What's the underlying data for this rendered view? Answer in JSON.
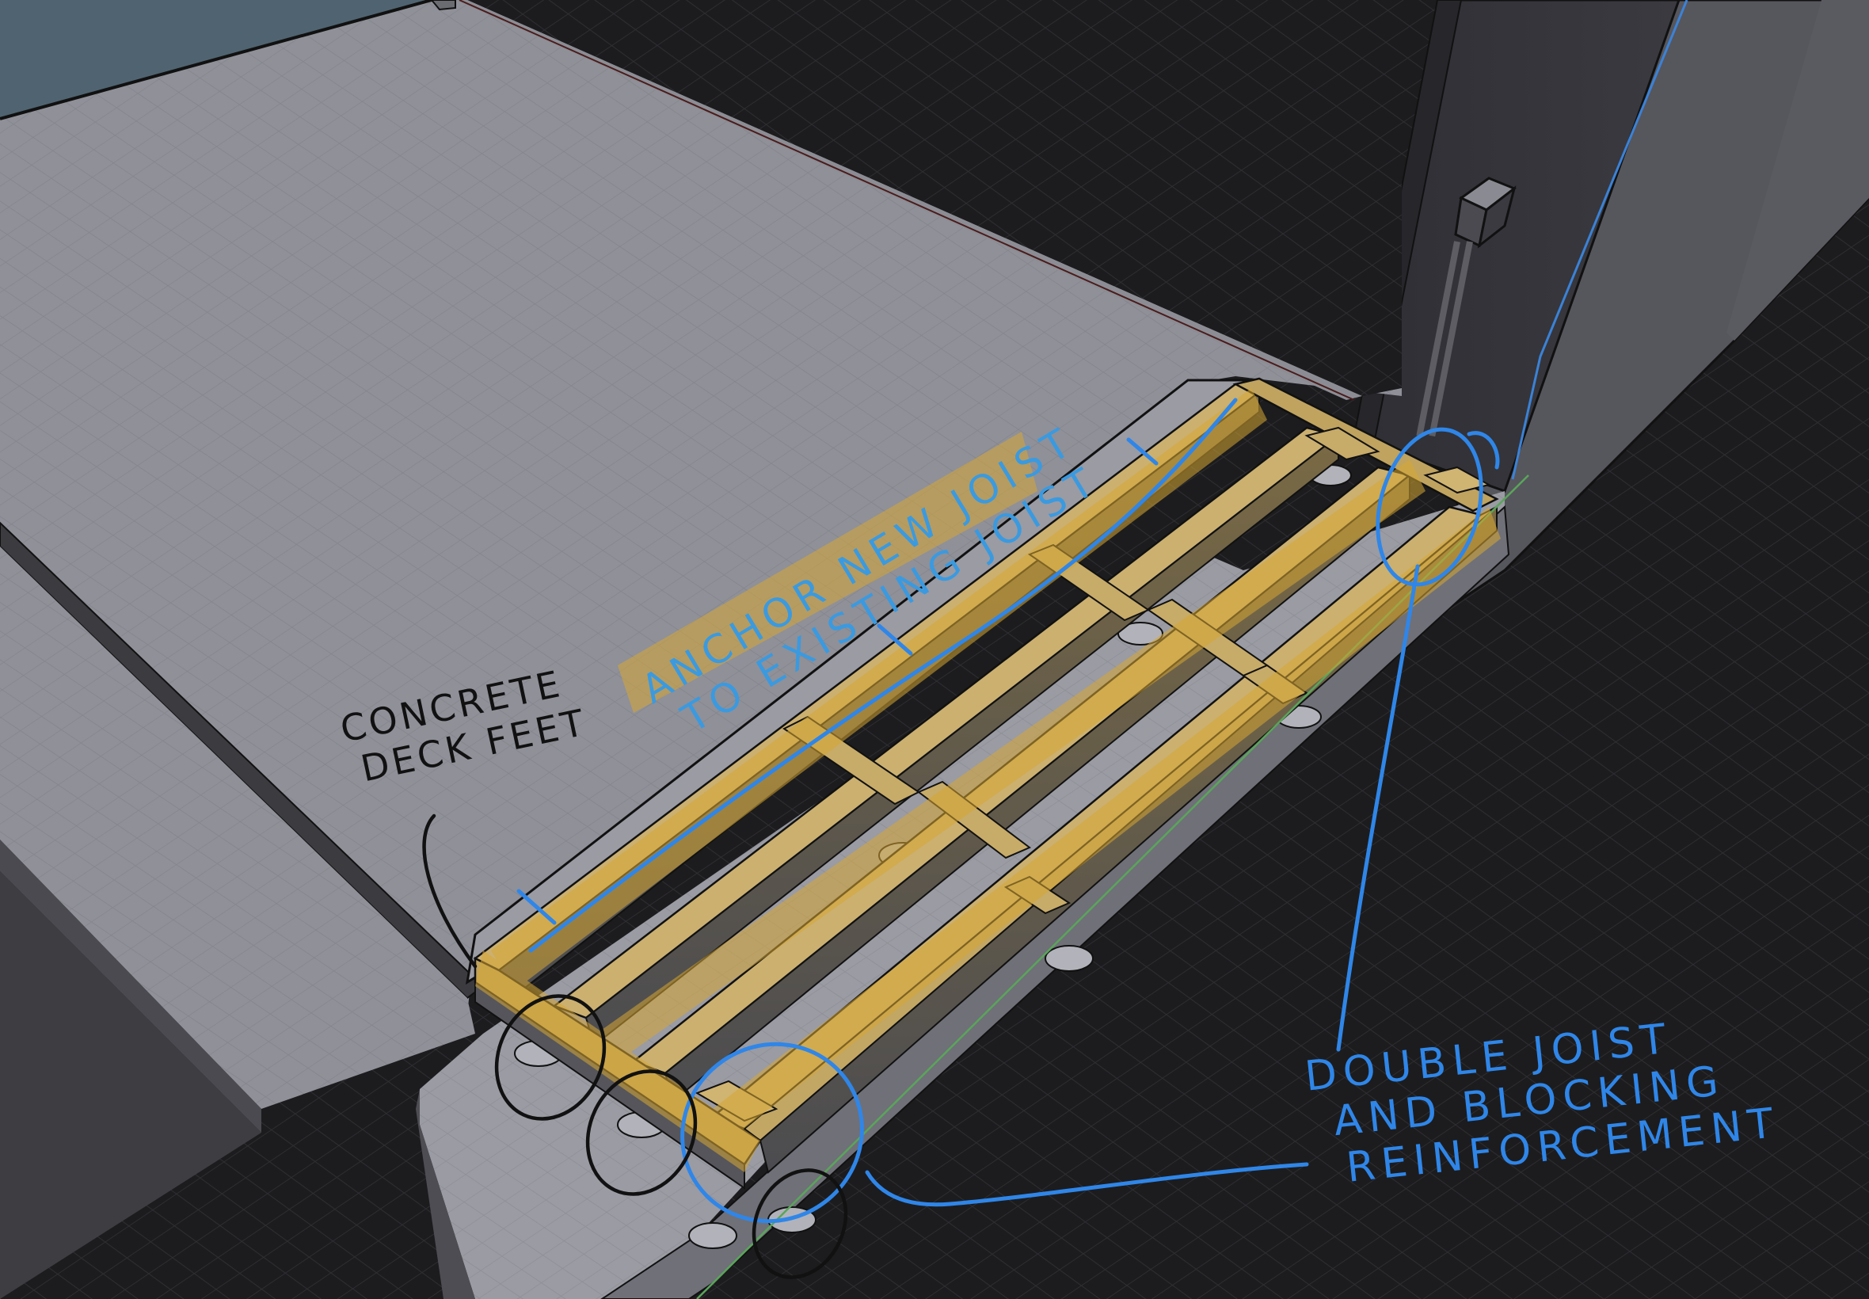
{
  "scene": {
    "type": "3d-model-viewport",
    "subject": "deck joist framing over concrete deck feet beside existing slab and wall",
    "colors": {
      "background_grid": "#1c1c1e",
      "grid_line": "#2c2c30",
      "sky": "#4f6470",
      "slab_top": "#8e8f97",
      "slab_side": "#5a5a60",
      "wall_dark": "#35353b",
      "wall_light": "#55555c",
      "joist_top": "#c9ad6a",
      "joist_side": "#6e5e3c",
      "highlight_yellow": "#d7a733",
      "annotation_blue": "#2f86e8",
      "annotation_black": "#111111",
      "axis_green": "#5aa55a",
      "axis_blue": "#3b82d6"
    }
  },
  "annotations": {
    "concrete_feet": {
      "line1": "CONCRETE",
      "line2": "DECK FEET",
      "color": "#111111"
    },
    "anchor_joist": {
      "line1": "ANCHOR NEW JOIST",
      "line2": "TO EXISTING JOIST",
      "color": "#2f86e8",
      "highlight": "#d7a733"
    },
    "double_joist": {
      "line1": "DOUBLE JOIST",
      "line2": "AND BLOCKING",
      "line3": "REINFORCEMENT",
      "color": "#2f86e8"
    }
  }
}
